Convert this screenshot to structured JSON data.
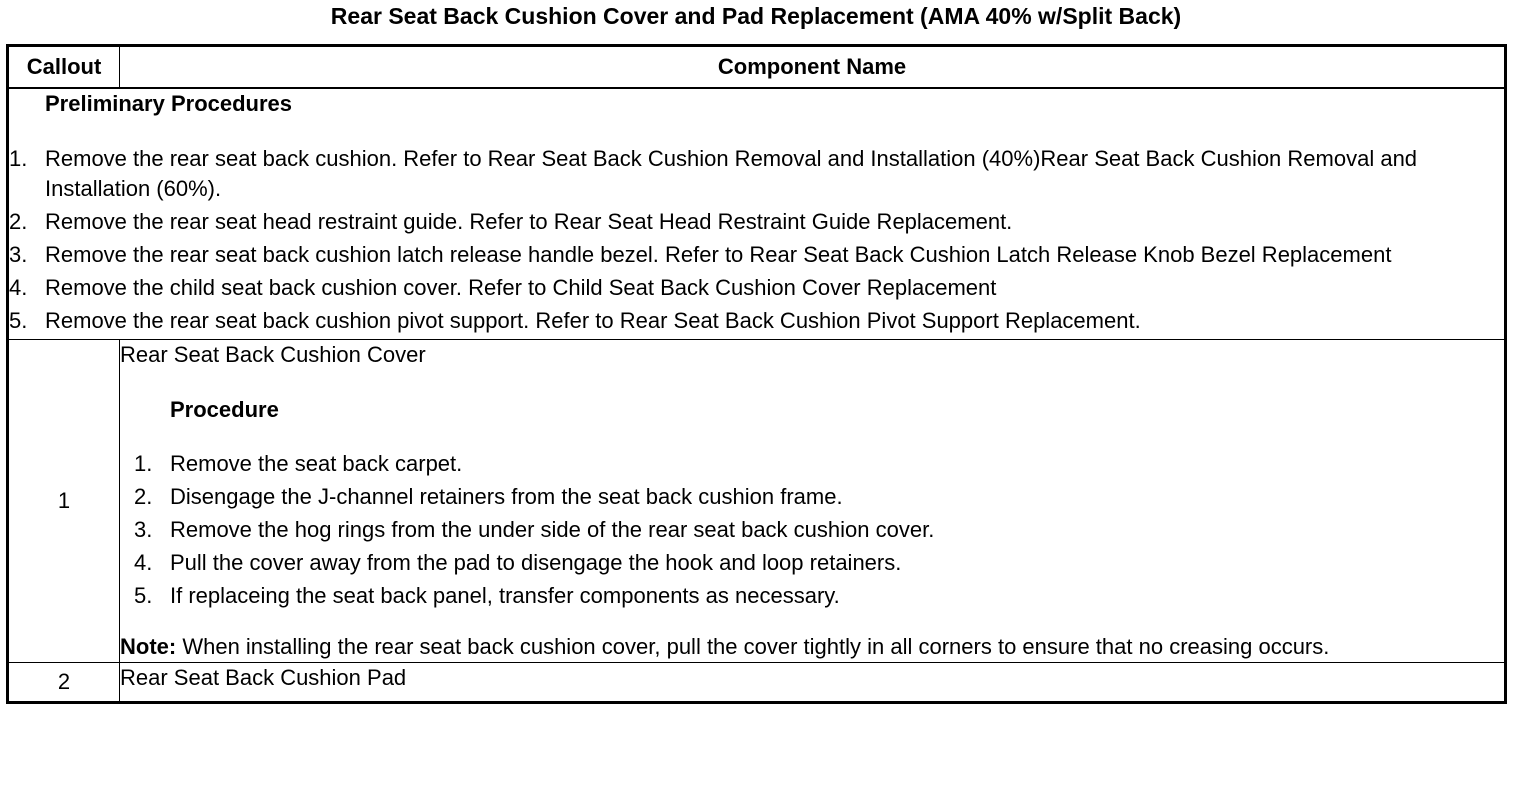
{
  "title": "Rear Seat Back Cushion Cover and Pad Replacement (AMA 40% w/Split Back)",
  "table": {
    "headers": {
      "callout": "Callout",
      "component": "Component Name"
    },
    "preliminary": {
      "heading": "Preliminary Procedures",
      "steps": [
        {
          "num": "1.",
          "text": "Remove the rear seat back cushion. Refer to Rear Seat Back Cushion Removal and Installation (40%)Rear Seat Back Cushion Removal and Installation (60%)."
        },
        {
          "num": "2.",
          "text": "Remove the rear seat head restraint guide. Refer to Rear Seat Head Restraint Guide Replacement."
        },
        {
          "num": "3.",
          "text": "Remove the rear seat back cushion latch release handle bezel. Refer to Rear Seat Back Cushion Latch Release Knob Bezel Replacement"
        },
        {
          "num": "4.",
          "text": "Remove the child seat back cushion cover. Refer to Child Seat Back Cushion Cover Replacement"
        },
        {
          "num": "5.",
          "text": "Remove the rear seat back cushion pivot support. Refer to Rear Seat Back Cushion Pivot Support Replacement."
        }
      ]
    },
    "rows": [
      {
        "callout": "1",
        "component": "Rear Seat Back Cushion Cover",
        "procedure_heading": "Procedure",
        "steps": [
          {
            "num": "1.",
            "text": "Remove the seat back carpet."
          },
          {
            "num": "2.",
            "text": "Disengage the J-channel retainers from the seat back cushion frame."
          },
          {
            "num": "3.",
            "text": "Remove the hog rings from the under side of the rear seat back cushion cover."
          },
          {
            "num": "4.",
            "text": "Pull the cover away from the pad to disengage the hook and loop retainers."
          },
          {
            "num": "5.",
            "text": "If replaceing the seat back panel, transfer components as necessary."
          }
        ],
        "note_label": "Note:",
        "note_text": " When installing the rear seat back cushion cover, pull the cover tightly in all corners to ensure that no creasing occurs."
      },
      {
        "callout": "2",
        "component": "Rear Seat Back Cushion Pad"
      }
    ]
  }
}
